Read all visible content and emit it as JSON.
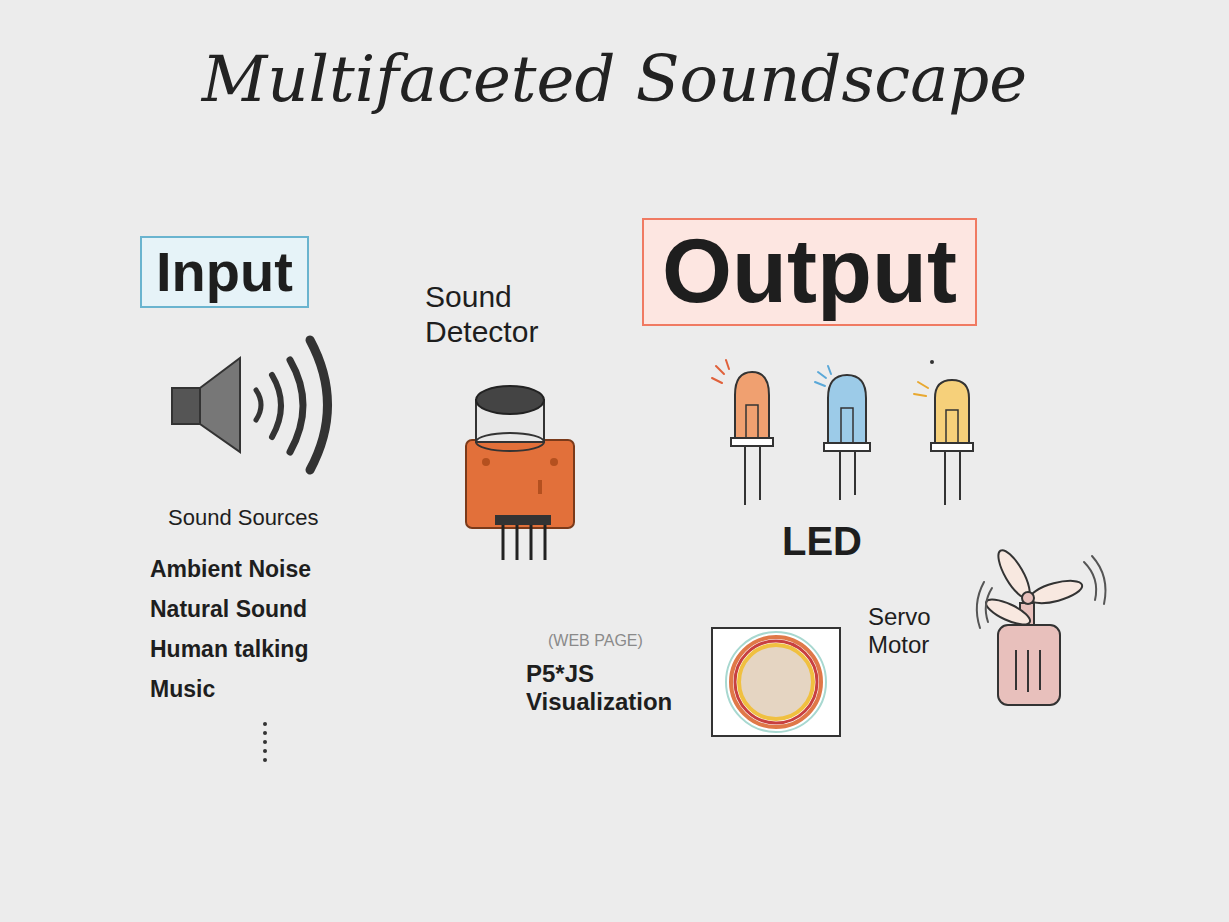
{
  "diagram": {
    "title": "Multifaceted Soundscape",
    "nodes": [
      {
        "text": [
          "Input",
          "Sound Sources",
          "Ambient Noise",
          "Natural Sound",
          "Human talking",
          "Music"
        ]
      },
      {
        "text": [
          "Sound Detector"
        ]
      },
      {
        "text": [
          "Output"
        ]
      },
      {
        "text": [
          "LED"
        ],
        "in": 2
      },
      {
        "text": [
          "(WEB PAGE)",
          "P5*JS Visualization"
        ],
        "in": 2
      },
      {
        "text": [
          "Servo Motor"
        ],
        "in": 2
      }
    ]
  }
}
